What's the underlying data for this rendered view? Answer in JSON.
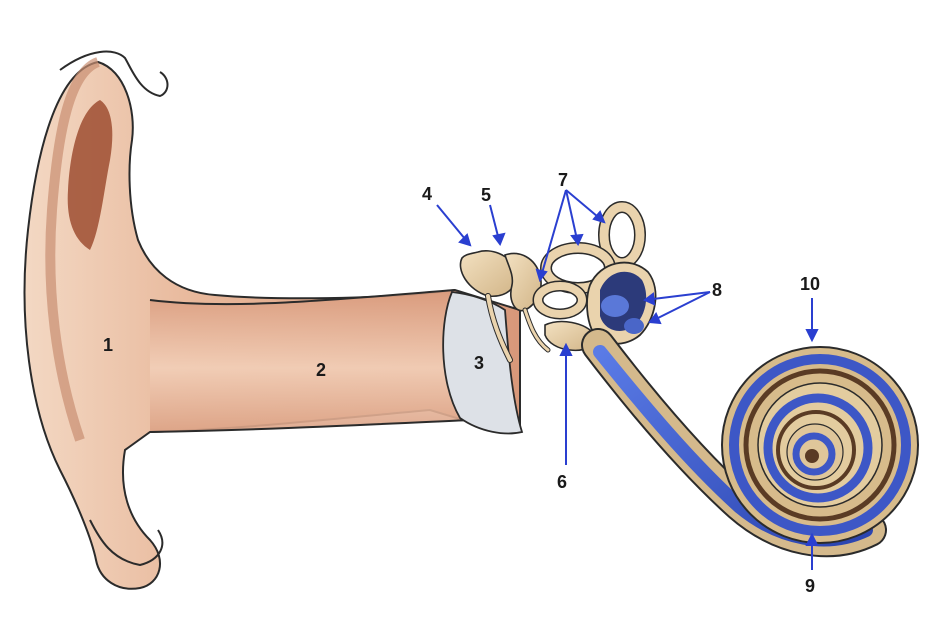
{
  "labels": {
    "l1": "1",
    "l2": "2",
    "l3": "3",
    "l4": "4",
    "l5": "5",
    "l6": "6",
    "l7": "7",
    "l8": "8",
    "l9": "9",
    "l10": "10"
  },
  "colors": {
    "skin_light": "#f1d4bf",
    "skin_mid": "#e2a98a",
    "skin_dark": "#b86a4a",
    "bone": "#ead3ad",
    "bone_dark": "#b99a6a",
    "fluid_blue": "#3f5fcf",
    "fluid_dark": "#22306e",
    "membrane": "#d9dde3",
    "arrow": "#2a3fd0",
    "outline": "#2b2b2b"
  }
}
